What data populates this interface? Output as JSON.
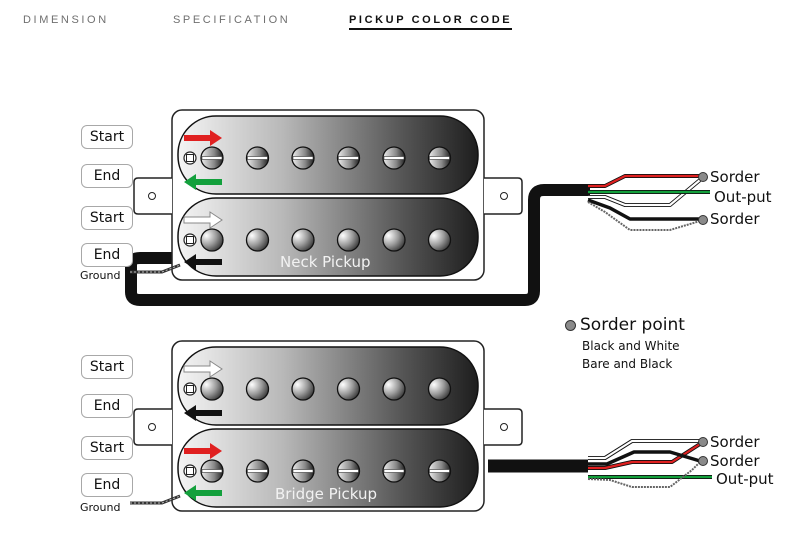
{
  "tabs": [
    {
      "label": "DIMENSION",
      "active": false
    },
    {
      "label": "SPECIFICATION",
      "active": false
    },
    {
      "label": "PICKUP COLOR CODE",
      "active": true
    }
  ],
  "pickups": [
    {
      "name": "Neck Pickup",
      "coil_labels": [
        "Start",
        "End",
        "Start",
        "End"
      ],
      "arrows": [
        "red-right",
        "green-left",
        "white-right",
        "black-left"
      ],
      "ground_label": "Ground",
      "wires": [
        {
          "label": "Sorder",
          "colors": [
            "red",
            "white"
          ]
        },
        {
          "label": "Out-put",
          "colors": [
            "green"
          ]
        },
        {
          "label": "Sorder",
          "colors": [
            "black",
            "bare"
          ]
        }
      ]
    },
    {
      "name": "Bridge Pickup",
      "coil_labels": [
        "Start",
        "End",
        "Start",
        "End"
      ],
      "arrows": [
        "white-right",
        "black-left",
        "red-right",
        "green-left"
      ],
      "ground_label": "Ground",
      "wires": [
        {
          "label": "Sorder",
          "colors": [
            "white",
            "red"
          ]
        },
        {
          "label": "Sorder",
          "colors": [
            "black",
            "bare"
          ]
        },
        {
          "label": "Out-put",
          "colors": [
            "green"
          ]
        }
      ]
    }
  ],
  "legend": {
    "title": "Sorder point",
    "lines": [
      "Black and White",
      "Bare and Black"
    ]
  },
  "colors": {
    "red": "#e02020",
    "green": "#13a03c",
    "black": "#111111",
    "white": "#ffffff",
    "solder_point": "#8a8a8a"
  }
}
